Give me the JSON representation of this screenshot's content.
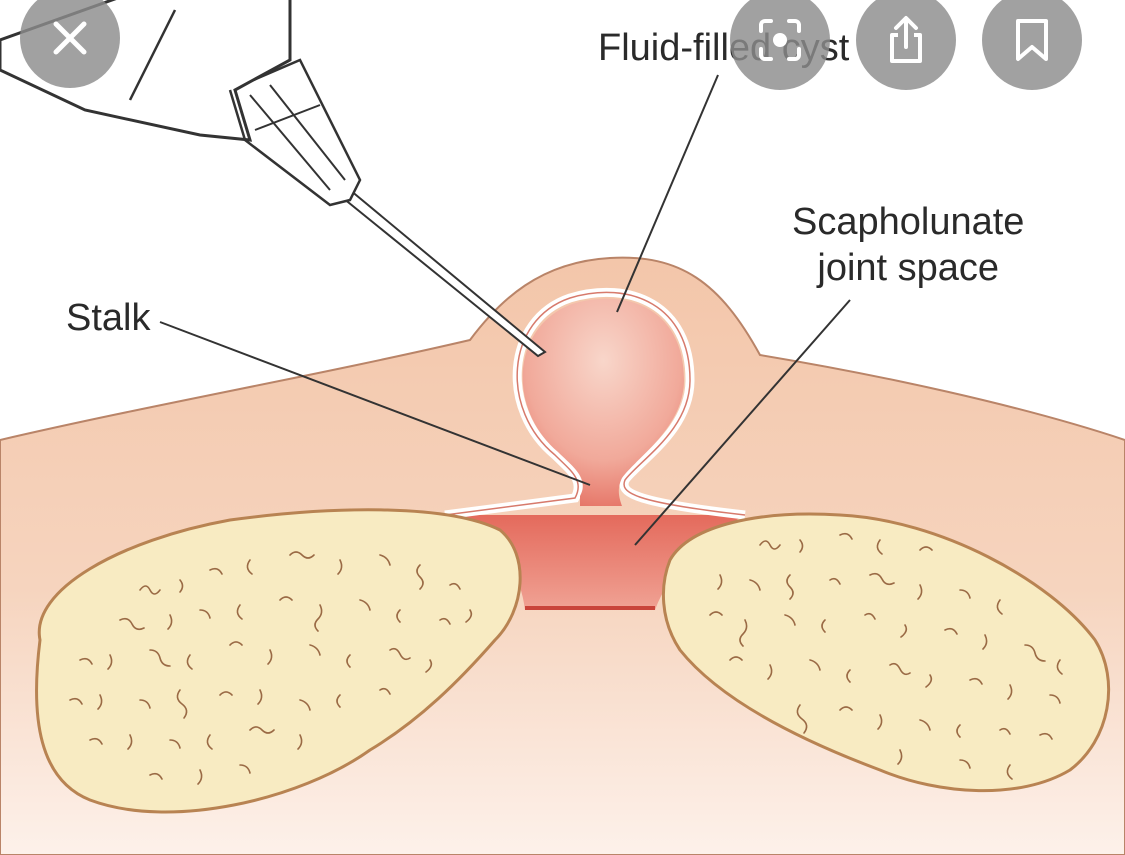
{
  "labels": {
    "cyst": "Fluid-filled cyst",
    "stalk": "Stalk",
    "joint_line1": "Scapholunate",
    "joint_line2": "joint space"
  },
  "controls": {
    "close_icon": "close-icon",
    "lens_icon": "lens-search-icon",
    "share_icon": "share-icon",
    "save_icon": "bookmark-icon"
  },
  "colors": {
    "skin": "#f3c6aa",
    "skin_outline": "#b98468",
    "cyst_fill": "#f2a89a",
    "joint_red": "#e0564a",
    "bone_fill": "#f8ebc2",
    "bone_outline": "#b88352",
    "control_bg": "#8c8c8c"
  }
}
